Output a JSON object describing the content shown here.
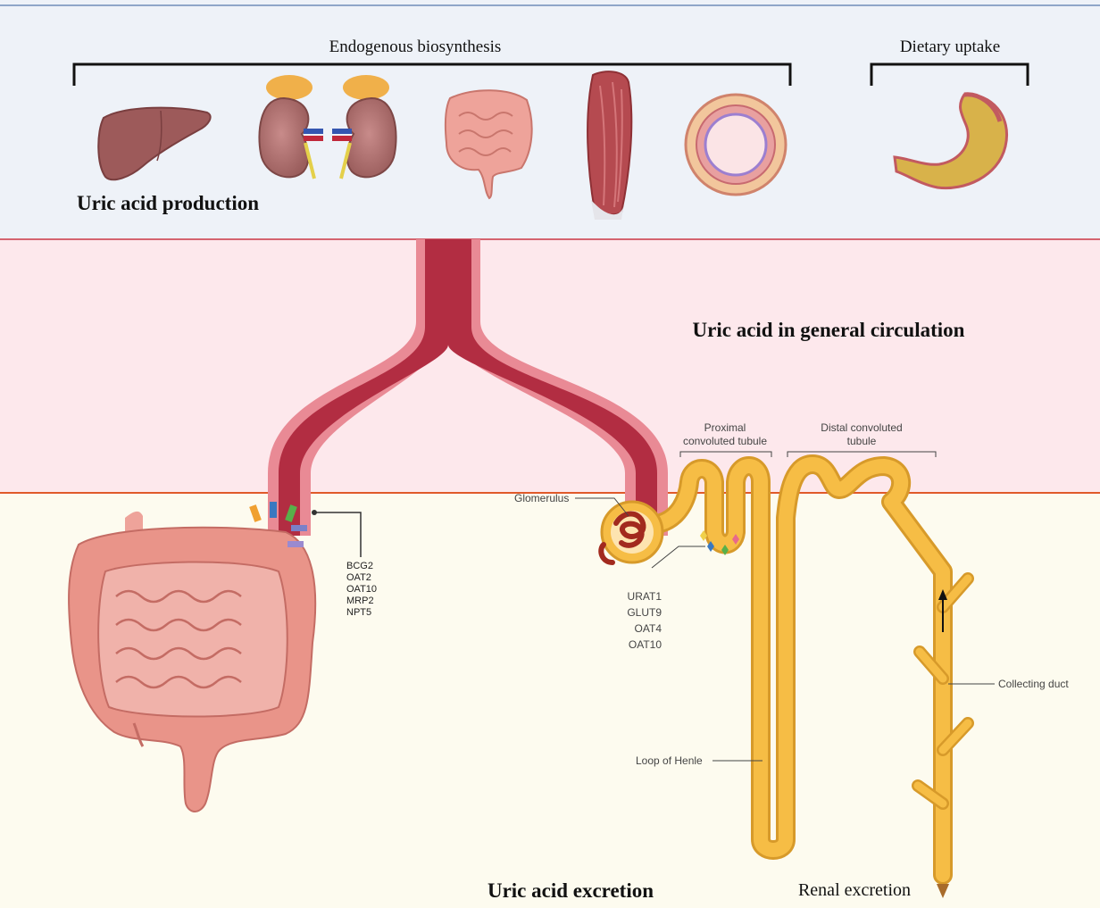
{
  "sections": {
    "production": {
      "label": "Uric acid production",
      "endogenous_label": "Endogenous biosynthesis",
      "dietary_label": "Dietary uptake",
      "organs": [
        "liver",
        "kidneys",
        "intestine",
        "muscle",
        "blood-vessel",
        "stomach"
      ]
    },
    "circulation": {
      "label": "Uric acid in general circulation"
    },
    "excretion": {
      "label": "Uric acid excretion",
      "renal_label": "Renal excretion",
      "intestinal_transporters": [
        "BCG2",
        "OAT2",
        "OAT10",
        "MRP2",
        "NPT5"
      ],
      "renal_transporters": [
        "URAT1",
        "GLUT9",
        "OAT4",
        "OAT10"
      ],
      "nephron_labels": {
        "glomerulus": "Glomerulus",
        "proximal_line1": "Proximal",
        "proximal_line2": "convoluted tubule",
        "distal_line1": "Distal convoluted",
        "distal_line2": "tubule",
        "loop": "Loop of Henle",
        "collecting": "Collecting duct"
      }
    }
  },
  "colors": {
    "top_band": "#eef2f8",
    "middle_band": "#fde8ec",
    "bottom_band": "#fdfbef",
    "vessel": "#b22d42",
    "nephron": "#f6bd45",
    "intestine": "#e99489"
  }
}
